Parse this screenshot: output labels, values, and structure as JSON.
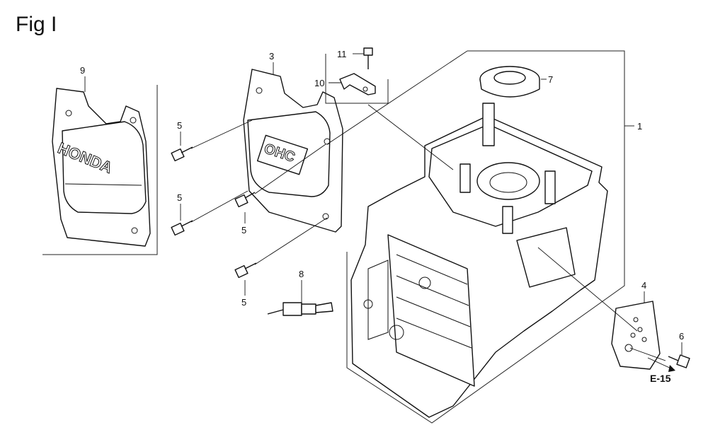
{
  "figure": {
    "title": "Fig I"
  },
  "callouts": {
    "c1": "1",
    "c3": "3",
    "c4": "4",
    "c5a": "5",
    "c5b": "5",
    "c5c": "5",
    "c5d": "5",
    "c6": "6",
    "c7": "7",
    "c8": "8",
    "c9": "9",
    "c10": "10",
    "c11": "11"
  },
  "reference": {
    "label": "E-15"
  },
  "markings": {
    "cover_brand": "HONDA",
    "valve_cover_text": "OHC"
  }
}
